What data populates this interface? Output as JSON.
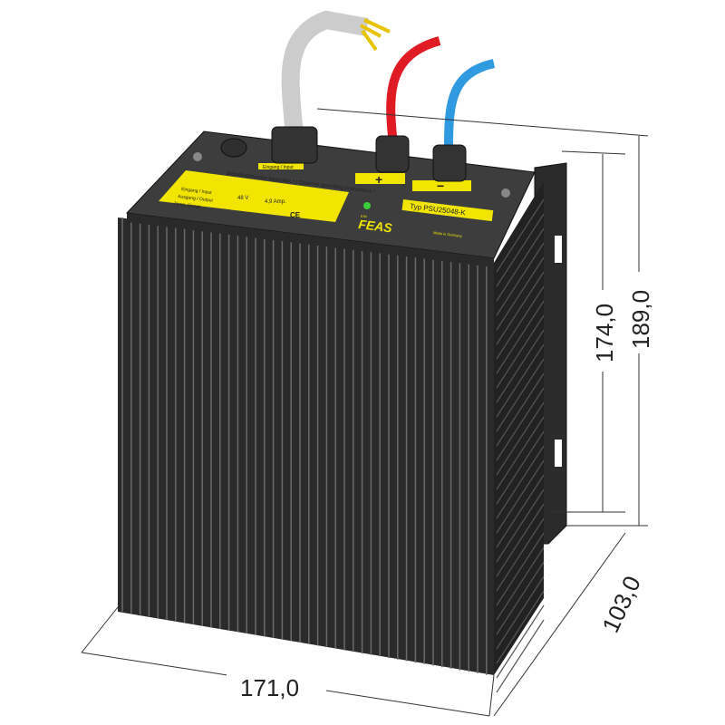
{
  "dimensions": {
    "width": "171,0",
    "depth": "103,0",
    "height_body": "174,0",
    "height_total": "189,0"
  },
  "device": {
    "type_label": "Typ  PSU25048-K",
    "plus_label": "+",
    "minus_label": "−",
    "brand": "FEAS",
    "made_in": "Made in Germany",
    "instructions_title": "Betriebshinweise beachten ! / Observe operating instructions !",
    "input_tag": "Eingang / Input",
    "rows": [
      "Eingang / Input",
      "Ausgang / Output",
      "Temp. Range"
    ],
    "output_voltage": "48 V",
    "output_current": "4,9 Amp.",
    "ce_mark": "CE",
    "led_label": "EIN"
  },
  "colors": {
    "body": "#3a3a3a",
    "fins": "#2a2a2a",
    "label": "#f2e600",
    "positive_cable": "#e01b24",
    "negative_cable": "#2f9ae0",
    "led": "#3ccf3c"
  }
}
